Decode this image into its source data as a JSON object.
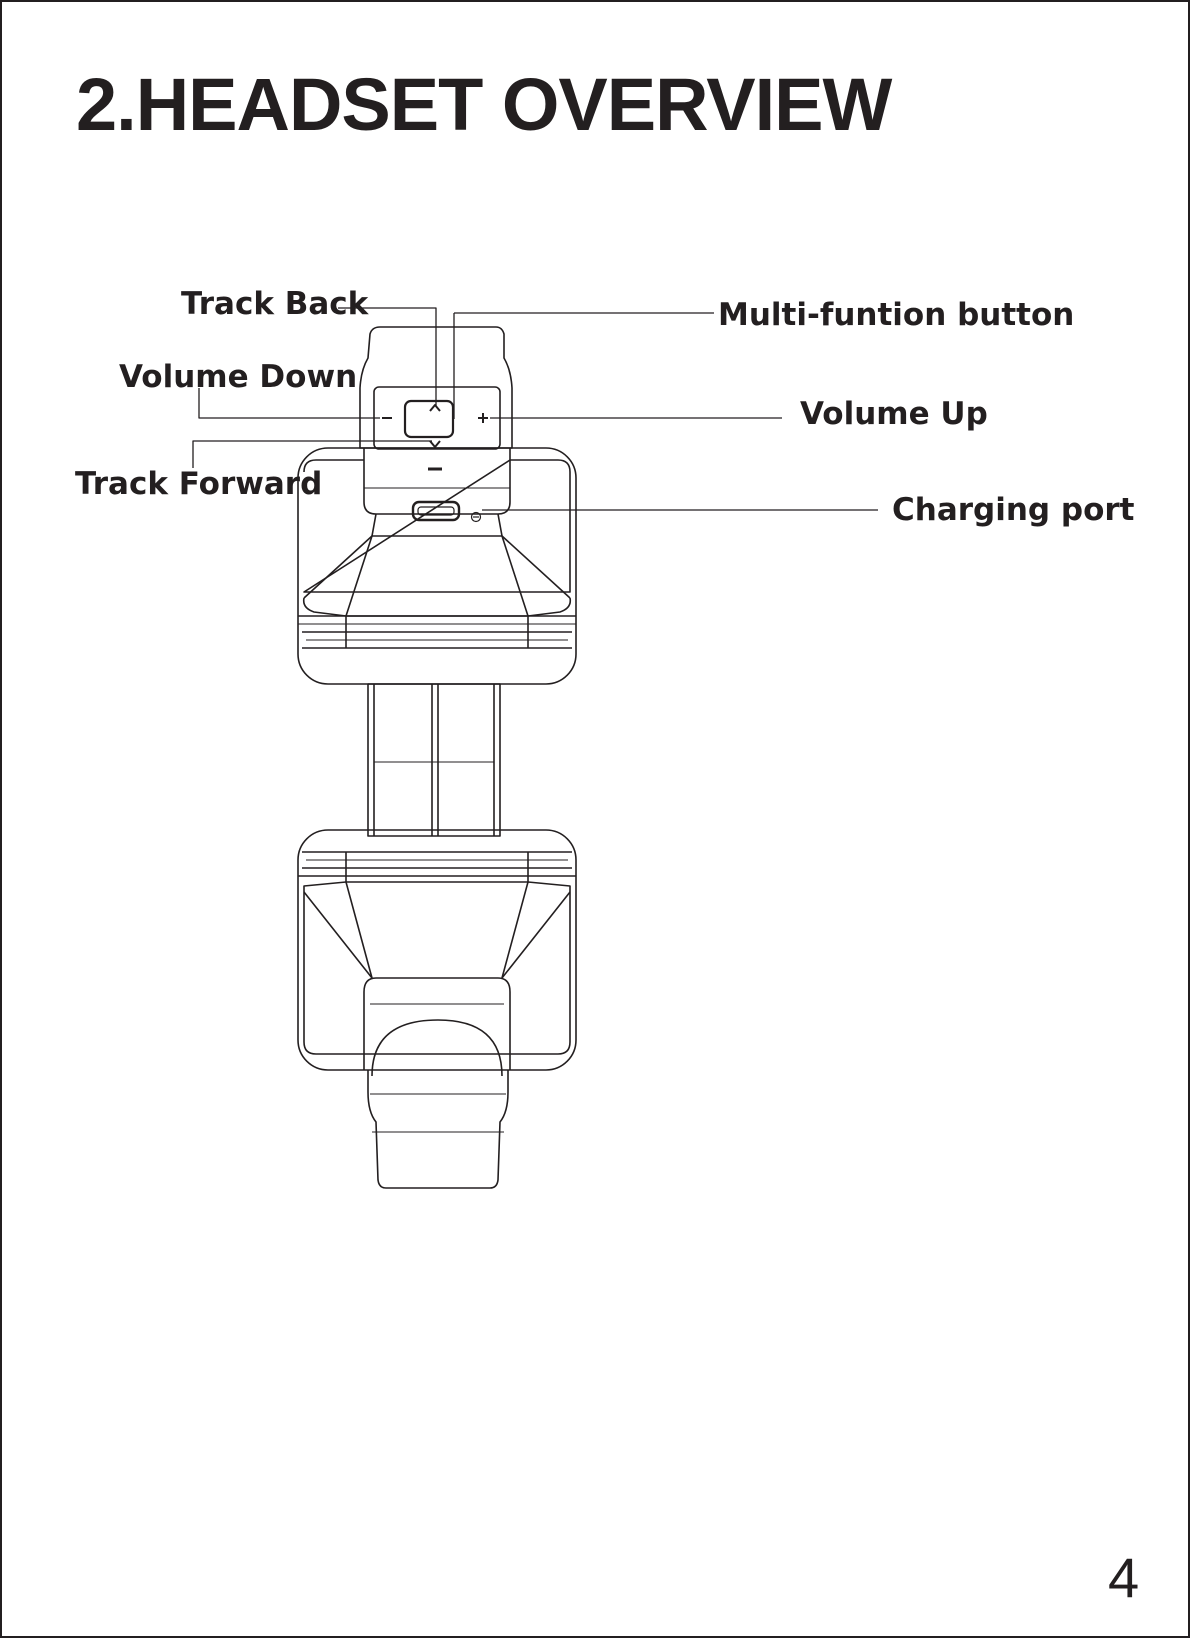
{
  "page": {
    "title": "2.HEADSET OVERVIEW",
    "page_number": "4"
  },
  "diagram": {
    "callouts": {
      "track_back": "Track Back",
      "volume_down": "Volume Down",
      "track_forward": "Track Forward",
      "multi_function": "Multi-funtion button",
      "volume_up": "Volume Up",
      "charging_port": "Charging port"
    }
  },
  "colors": {
    "ink": "#231f20",
    "paper": "#ffffff"
  }
}
